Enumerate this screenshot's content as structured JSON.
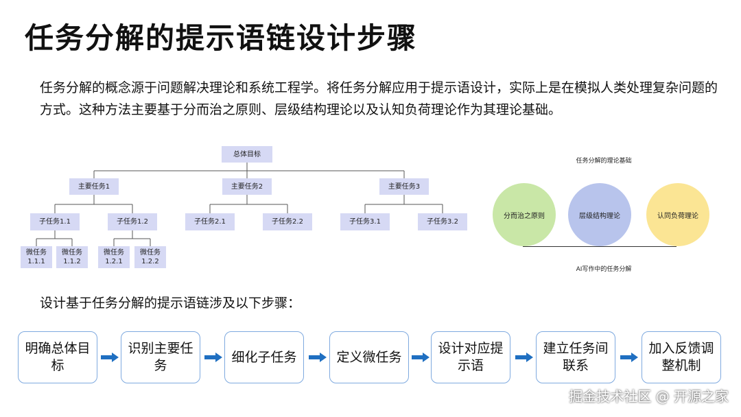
{
  "title": "任务分解的提示语链设计步骤",
  "intro": "任务分解的概念源于问题解决理论和系统工程学。将任务分解应用于提示语设计，实际上是在模拟人类处理复杂问题的方式。这种方法主要基于分而治之原则、层级结构理论以及认知负荷理论作为其理论基础。",
  "tree": {
    "root": "总体目标",
    "mains": [
      "主要任务1",
      "主要任务2",
      "主要任务3"
    ],
    "subs": [
      "子任务1.1",
      "子任务1.2",
      "子任务2.1",
      "子任务2.2",
      "子任务3.1",
      "子任务3.2"
    ],
    "micros": [
      "微任务\n1.1.1",
      "微任务\n1.1.2",
      "微任务\n1.2.1",
      "微任务\n1.2.2"
    ]
  },
  "theory": {
    "title": "任务分解的理论基础",
    "caption": "AI写作中的任务分解",
    "circles": [
      {
        "label": "分而治之原则",
        "color": "#c9e7a7"
      },
      {
        "label": "层级结构理论",
        "color": "#b8c4ec"
      },
      {
        "label": "认同负荷理论",
        "color": "#fbe594"
      }
    ]
  },
  "steps_heading": "设计基于任务分解的提示语链涉及以下步骤：",
  "steps": [
    "明确总体目标",
    "识别主要任务",
    "细化子任务",
    "定义微任务",
    "设计对应提示语",
    "建立任务间联系",
    "加入反馈调整机制"
  ],
  "colors": {
    "arrow": "#1f6fc1",
    "step_border": "#7ea9df",
    "node_fill": "#d6d9f4"
  },
  "watermark": "掘金技术社区 @ 开源之家"
}
